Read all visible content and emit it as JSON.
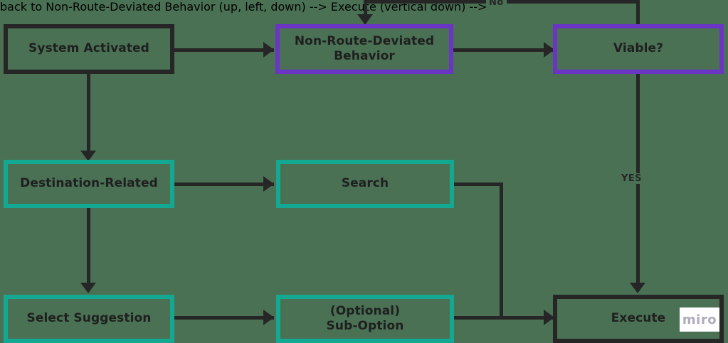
{
  "diagram": {
    "type": "flowchart",
    "background_color": "#4a7154",
    "colors": {
      "dark": "#262626",
      "purple": "#6b35c4",
      "teal": "#12a891",
      "text": "#1f1f1f",
      "watermark_text": "#b0abbd",
      "watermark_bg": "#ffffff"
    },
    "nodes": [
      {
        "id": "system-activated",
        "label": "System Activated",
        "border_color": "#262626",
        "border_style": "dark"
      },
      {
        "id": "non-route-deviated",
        "label": "Non-Route-Deviated\nBehavior",
        "border_color": "#6b35c4",
        "border_style": "purple"
      },
      {
        "id": "viable",
        "label": "Viable?",
        "border_color": "#6b35c4",
        "border_style": "purple"
      },
      {
        "id": "destination-related",
        "label": "Destination-Related",
        "border_color": "#12a891",
        "border_style": "teal"
      },
      {
        "id": "search",
        "label": "Search",
        "border_color": "#12a891",
        "border_style": "teal"
      },
      {
        "id": "select-suggestion",
        "label": "Select Suggestion",
        "border_color": "#12a891",
        "border_style": "teal"
      },
      {
        "id": "optional-sub-option",
        "label": "(Optional)\nSub-Option",
        "border_color": "#12a891",
        "border_style": "teal"
      },
      {
        "id": "execute",
        "label": "Execute",
        "border_color": "#262626",
        "border_style": "dark"
      }
    ],
    "edges": [
      {
        "from": "system-activated",
        "to": "non-route-deviated",
        "label": ""
      },
      {
        "from": "system-activated",
        "to": "destination-related",
        "label": ""
      },
      {
        "from": "non-route-deviated",
        "to": "viable",
        "label": ""
      },
      {
        "from": "viable",
        "to": "non-route-deviated",
        "label": "No"
      },
      {
        "from": "viable",
        "to": "execute",
        "label": "YES"
      },
      {
        "from": "destination-related",
        "to": "search",
        "label": ""
      },
      {
        "from": "destination-related",
        "to": "select-suggestion",
        "label": ""
      },
      {
        "from": "select-suggestion",
        "to": "optional-sub-option",
        "label": ""
      },
      {
        "from": "search",
        "to": "execute",
        "label": ""
      },
      {
        "from": "optional-sub-option",
        "to": "execute",
        "label": ""
      }
    ],
    "edge_labels": {
      "no": "No",
      "yes": "YES"
    },
    "watermark": {
      "text": "miro"
    }
  }
}
